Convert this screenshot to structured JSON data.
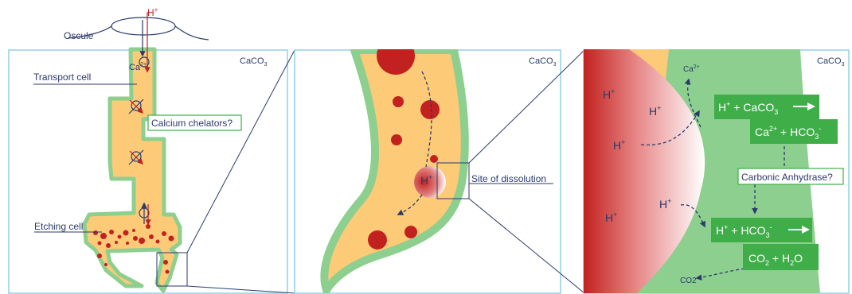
{
  "colors": {
    "panel_border": "#8fd0e8",
    "cell_fill": "#fdca78",
    "cell_border": "#8dcf8e",
    "vesicle": "#c2221f",
    "label": "#2b3a6b",
    "green_box": "#3fae49",
    "light_green": "#8dcf8e"
  },
  "panel1": {
    "caco3": "CaCO",
    "sub3": "3",
    "osculum": "Oscule",
    "h_plus": "H",
    "plus": "+",
    "ca": "Ca",
    "ca_charge": "2+",
    "transport_cell": "Transport cell",
    "calcium_chelators": "Calcium chelators?",
    "etching_cell": "Etching cell"
  },
  "panel2": {
    "caco3": "CaCO",
    "sub3": "3",
    "h_plus": "H",
    "plus": "+",
    "site": "Site of dissolution"
  },
  "panel3": {
    "caco3": "CaCO",
    "sub3": "3",
    "h": "H",
    "plus": "+",
    "ca": "Ca",
    "ca_charge": "2+",
    "eq1_part1": "H",
    "eq1_plus": "+",
    "eq1_part2": " + CaCO",
    "eq1_sub": "3",
    "eq2_part1": "Ca",
    "eq2_charge": "2+",
    "eq2_part2": " + HCO",
    "eq2_sub": "3",
    "eq2_minus": "-",
    "carbonic_anhydrase": "Carbonic Anhydrase?",
    "eq3_part1": "H",
    "eq3_plus": "+",
    "eq3_part2": " + HCO",
    "eq3_sub": "3",
    "eq3_minus": "-",
    "eq4_part1": "CO",
    "eq4_sub1": "2",
    "eq4_part2": " + H",
    "eq4_sub2": "2",
    "eq4_part3": "O",
    "co2": "CO2"
  }
}
